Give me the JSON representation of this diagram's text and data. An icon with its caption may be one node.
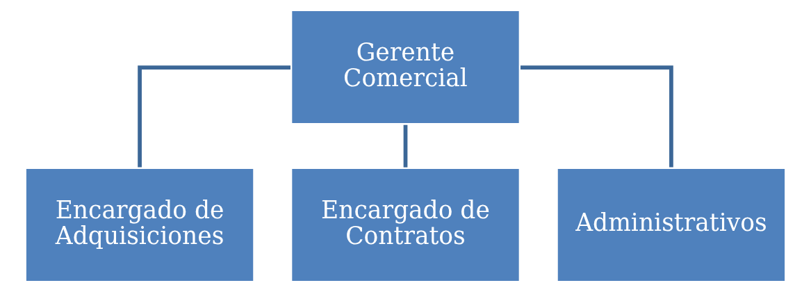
{
  "diagram": {
    "nodes": [
      {
        "text": [
          "Gerente Comercial"
        ]
      },
      {
        "text": [
          "Encargado de Adquisiciones"
        ]
      },
      {
        "text": [
          "Encargado de Contratos"
        ]
      },
      {
        "text": [
          "Administrativos"
        ]
      }
    ],
    "edges": [
      {
        "from": 0,
        "to": 1,
        "arrow": "none"
      },
      {
        "from": 0,
        "to": 2,
        "arrow": "none"
      },
      {
        "from": 0,
        "to": 3,
        "arrow": "none"
      }
    ]
  }
}
